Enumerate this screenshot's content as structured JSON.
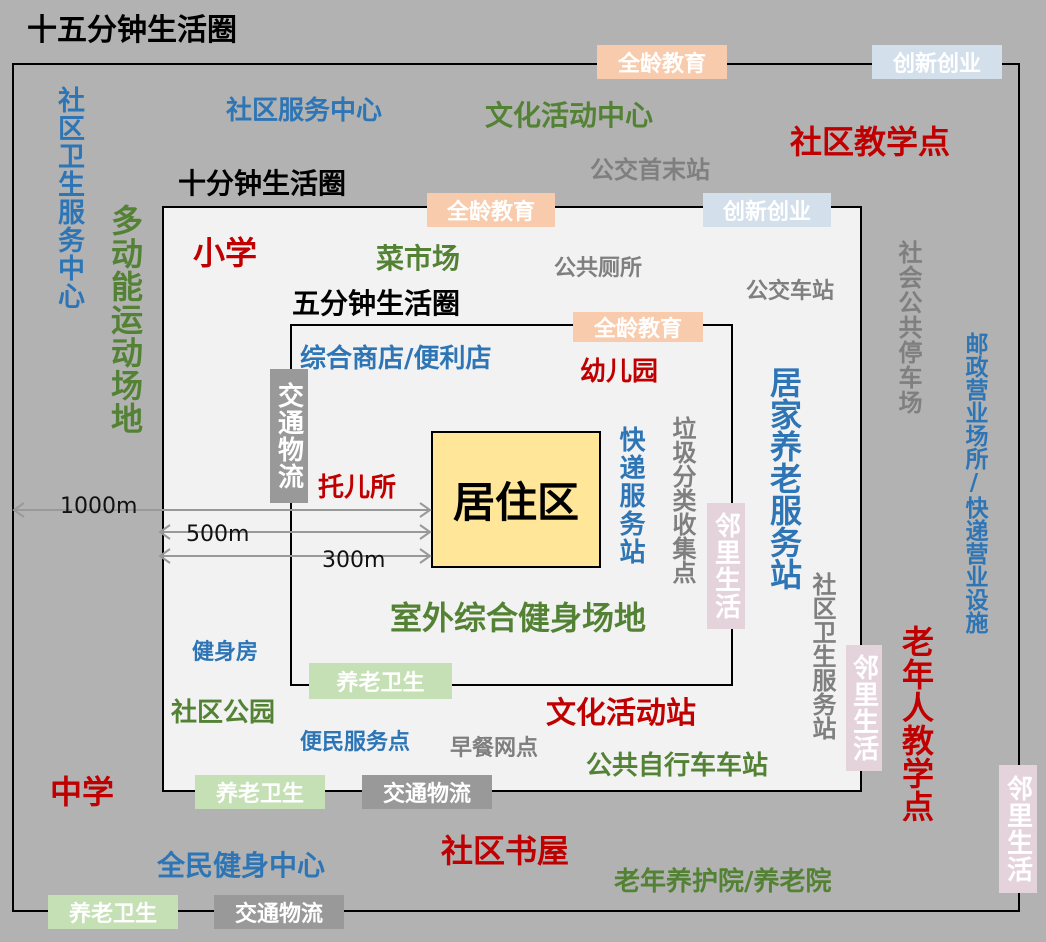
{
  "titles": {
    "fifteen": "十五分钟生活圈",
    "ten": "十分钟生活圈",
    "five": "五分钟生活圈",
    "center": "居住区"
  },
  "distances": {
    "d1000": "1000m",
    "d500": "500m",
    "d300": "300m"
  },
  "ring15": {
    "tag_edu": "全龄教育",
    "tag_innov": "创新创业",
    "health_center": "社区卫生服务中心",
    "multi_sports": "多动能运动场地",
    "service_center": "社区服务中心",
    "culture_center": "文化活动中心",
    "bus_terminal": "公交首末站",
    "teaching_point": "社区教学点",
    "parking": "社会公共停车场",
    "postal": "邮政营业场所/快递营业设施",
    "elderly_teaching": "老年人教学点",
    "tag_neighbor": "邻里生活",
    "middle_school": "中学",
    "fitness_center": "全民健身中心",
    "bookstore": "社区书屋",
    "nursing_home": "老年养护院/养老院",
    "tag_elderly": "养老卫生",
    "tag_transport": "交通物流"
  },
  "ring10": {
    "tag_edu": "全龄教育",
    "tag_innov": "创新创业",
    "primary_school": "小学",
    "market": "菜市场",
    "toilet": "公共厕所",
    "bus_stop": "公交车站",
    "home_elderly": "居家养老服务站",
    "health_station": "社区卫生服务站",
    "tag_neighbor": "邻里生活",
    "gym": "健身房",
    "park": "社区公园",
    "convenience_service": "便民服务点",
    "breakfast": "早餐网点",
    "culture_station": "文化活动站",
    "bike_station": "公共自行车车站",
    "tag_elderly": "养老卫生",
    "tag_transport": "交通物流"
  },
  "ring5": {
    "tag_edu": "全龄教育",
    "store": "综合商店/便利店",
    "kindergarten": "幼儿园",
    "tag_transport": "交通物流",
    "nursery": "托儿所",
    "express": "快递服务站",
    "garbage": "垃圾分类收集点",
    "tag_neighbor": "邻里生活",
    "outdoor_fitness": "室外综合健身场地",
    "tag_elderly": "养老卫生"
  },
  "colors": {
    "background": "#b1b2b1",
    "inner": "#f2f2f2",
    "residential": "#ffe699",
    "blue": "#2e75b6",
    "green": "#548235",
    "red": "#c00000",
    "gray": "#7f7f7f"
  }
}
